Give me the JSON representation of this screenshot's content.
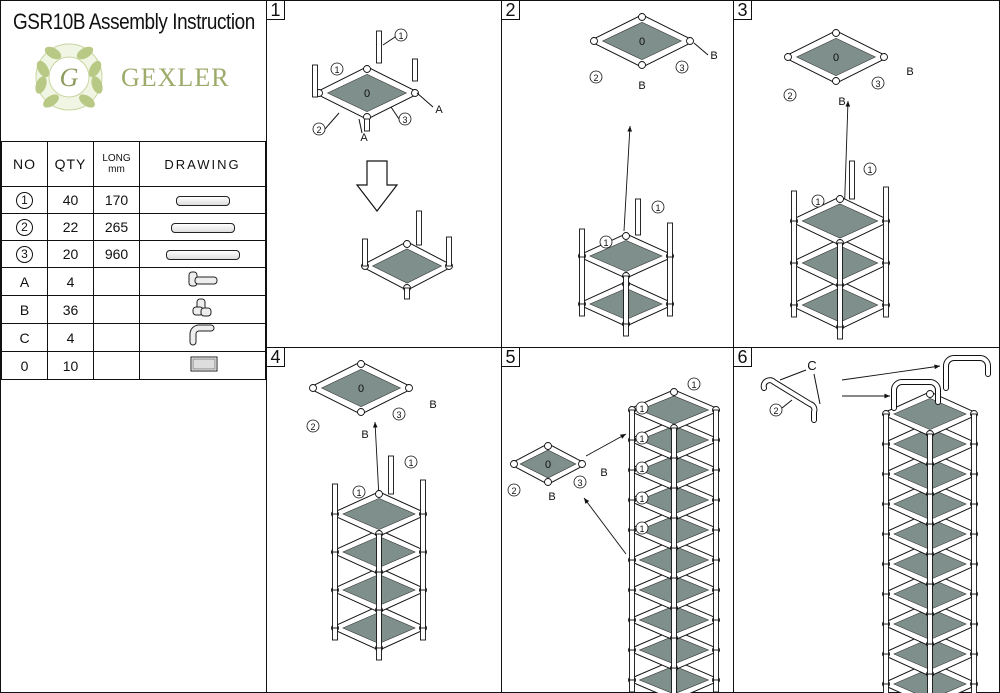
{
  "header": {
    "title": "GSR10B Assembly Instruction",
    "brand": "GEXLER",
    "logo_letter": "G"
  },
  "parts_table": {
    "columns": [
      "NO",
      "QTY",
      "LONG",
      "mm",
      "DRAWING"
    ],
    "rows": [
      {
        "no": "1",
        "qty": "40",
        "long": "170"
      },
      {
        "no": "2",
        "qty": "22",
        "long": "265"
      },
      {
        "no": "3",
        "qty": "20",
        "long": "960"
      },
      {
        "no": "A",
        "qty": "4",
        "long": ""
      },
      {
        "no": "B",
        "qty": "36",
        "long": ""
      },
      {
        "no": "C",
        "qty": "4",
        "long": ""
      },
      {
        "no": "0",
        "qty": "10",
        "long": ""
      }
    ]
  },
  "steps": [
    "1",
    "2",
    "3",
    "4",
    "5",
    "6"
  ],
  "labels": {
    "part1": "1",
    "part2": "2",
    "part3": "3",
    "A": "A",
    "B": "B",
    "C": "C",
    "panel": "0"
  },
  "colors": {
    "panel_fill": "#7f8f8b",
    "brand": "#9cab6a",
    "line": "#111111"
  }
}
